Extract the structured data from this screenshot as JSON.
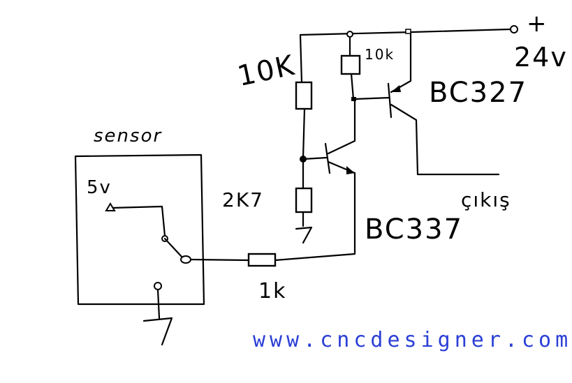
{
  "labels": {
    "sensor_title": "sensor",
    "sensor_supply": "5v",
    "r1": "10K",
    "r2": "10k",
    "r3": "2K7",
    "r4": "1k",
    "q_top": "BC327",
    "q_bottom": "BC337",
    "supply_plus": "+",
    "supply_voltage": "24v",
    "output": "çıkış",
    "website": "www.cncdesigner.com"
  },
  "colors": {
    "ink": "#000000",
    "website": "#2b3fd6",
    "background": "#ffffff"
  }
}
